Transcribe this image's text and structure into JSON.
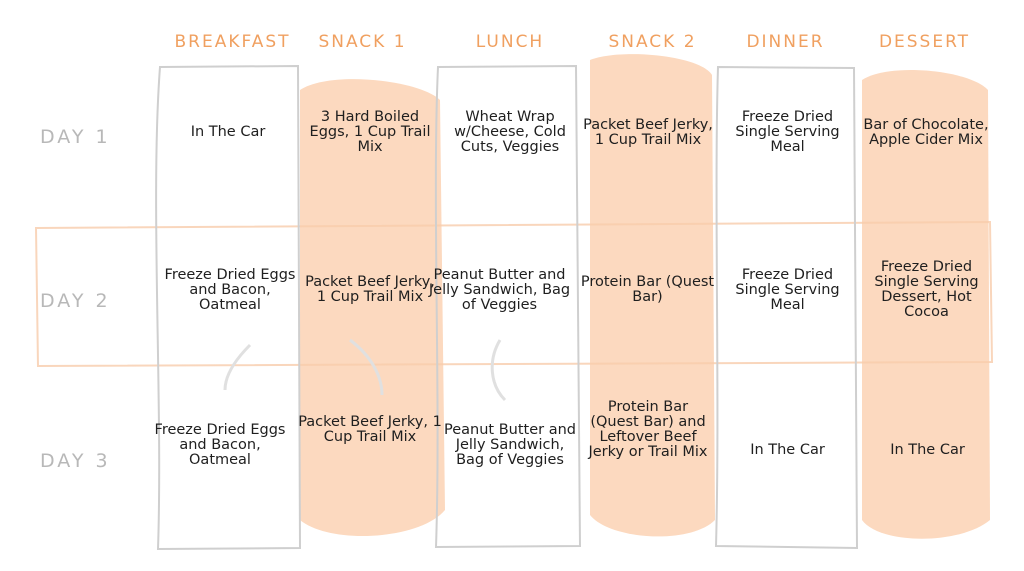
{
  "headers": [
    "BREAKFAST",
    "SNACK 1",
    "LUNCH",
    "SNACK 2",
    "DINNER",
    "DESSERT"
  ],
  "days": [
    "DAY 1",
    "DAY 2",
    "DAY 3"
  ],
  "rows": [
    [
      "In The Car",
      "3 Hard Boiled Eggs, 1 Cup Trail Mix",
      "Wheat Wrap w/Cheese, Cold Cuts, Veggies",
      "Packet Beef Jerky, 1 Cup Trail Mix",
      "Freeze Dried Single Serving Meal",
      "Bar of Chocolate, Apple Cider Mix"
    ],
    [
      "Freeze Dried Eggs and Bacon, Oatmeal",
      "Packet Beef Jerky, 1 Cup Trail Mix",
      "Peanut Butter and Jelly Sandwich, Bag of Veggies",
      "Protein Bar (Quest Bar)",
      "Freeze Dried Single Serving Meal",
      "Freeze Dried Single Serving Dessert, Hot Cocoa"
    ],
    [
      "Freeze Dried Eggs and Bacon, Oatmeal",
      "Packet Beef Jerky, 1 Cup Trail Mix",
      "Peanut Butter and Jelly Sandwich, Bag of Veggies",
      "Protein Bar (Quest Bar) and Leftover Beef Jerky or Trail Mix",
      "In The Car",
      "In The Car"
    ]
  ],
  "colors": {
    "header": "#f0a060",
    "highlight": "#fcd9bf",
    "grid": "#cfcfcf",
    "day_label": "#b8b8b8",
    "text": "#1f1f1f"
  }
}
